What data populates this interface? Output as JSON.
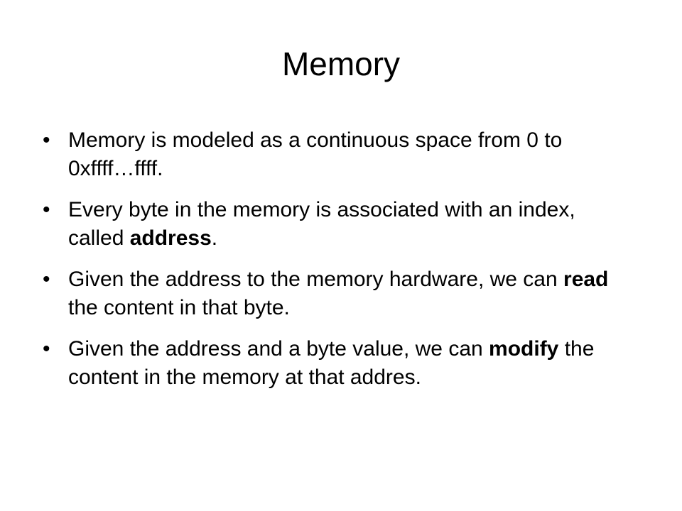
{
  "slide": {
    "title": "Memory",
    "bullet_symbol": "•",
    "bullets": [
      {
        "parts": [
          {
            "text": "Memory is modeled as a continuous space from 0 to 0xffff…ffff.",
            "bold": false
          }
        ]
      },
      {
        "parts": [
          {
            "text": "Every byte in the memory is associated with an index, called ",
            "bold": false
          },
          {
            "text": "address",
            "bold": true
          },
          {
            "text": ".",
            "bold": false
          }
        ]
      },
      {
        "parts": [
          {
            "text": "Given the address to the memory hardware, we can ",
            "bold": false
          },
          {
            "text": "read",
            "bold": true
          },
          {
            "text": " the content in that byte.",
            "bold": false
          }
        ]
      },
      {
        "parts": [
          {
            "text": "Given the address and a byte value, we can ",
            "bold": false
          },
          {
            "text": "modify",
            "bold": true
          },
          {
            "text": " the content in the memory at that addres.",
            "bold": false
          }
        ]
      }
    ]
  }
}
